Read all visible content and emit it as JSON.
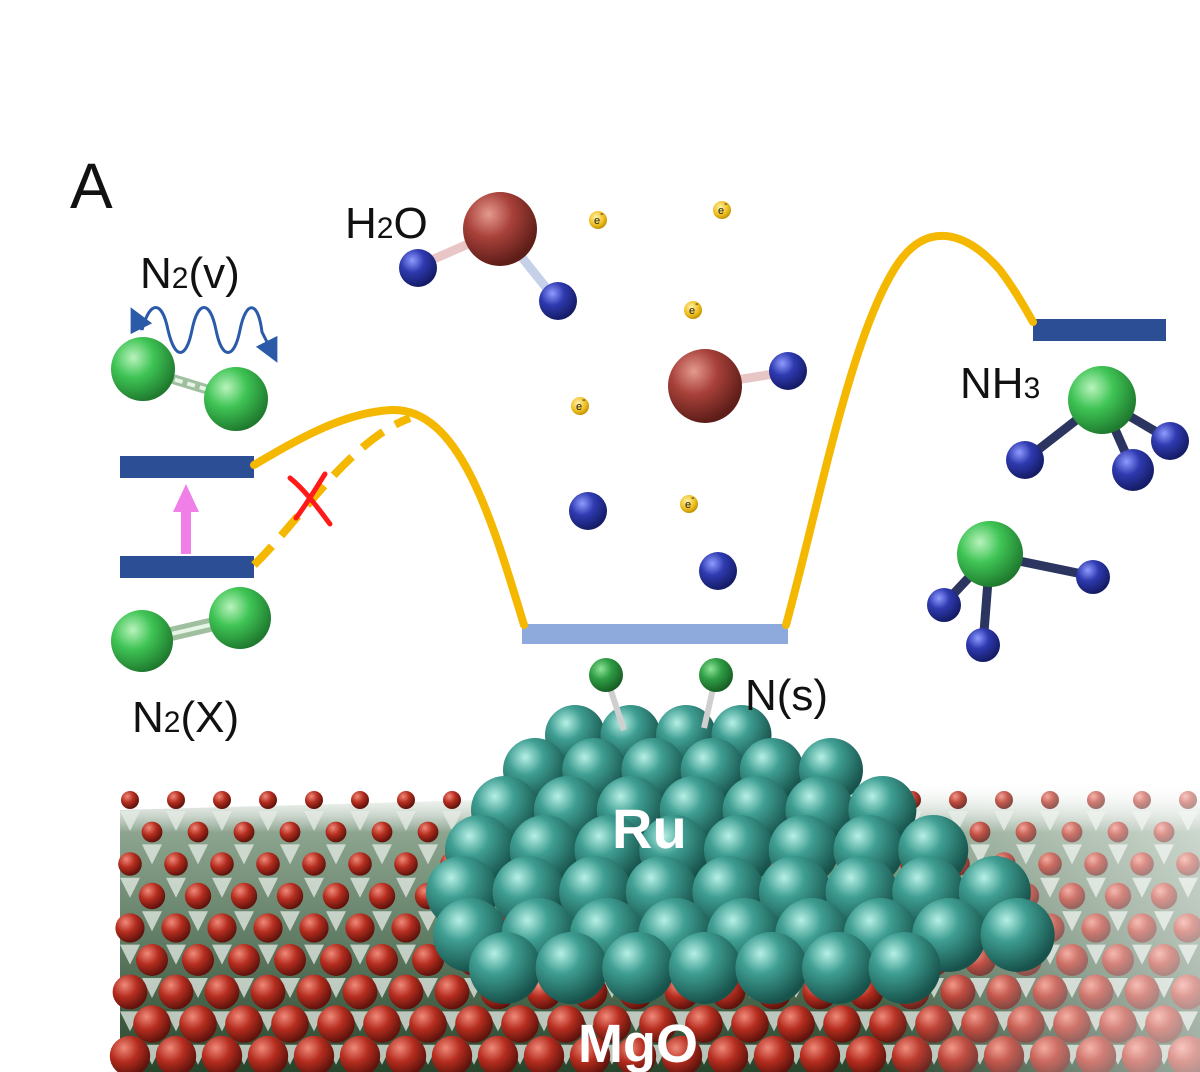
{
  "panel_label": "A",
  "labels": {
    "n2_v": {
      "main": "N",
      "sub": "2",
      "rest": "(v)"
    },
    "n2_x": {
      "main": "N",
      "sub": "2",
      "rest": "(X)"
    },
    "h2o": {
      "main": "H",
      "sub": "2",
      "rest": "O"
    },
    "nh3": {
      "main": "NH",
      "sub": "3",
      "rest": ""
    },
    "n_s": "N(s)",
    "ru": "Ru",
    "mgo": "MgO",
    "electron": "e"
  },
  "colors": {
    "energy_level": "#2b4e95",
    "adsorbed_level": "#8eaadc",
    "pathway": "#f5b800",
    "excitation_arrow": "#f07fe8",
    "blocked_cross": "#ff0000",
    "nitrogen_atom": "#3bbf4f",
    "hydrogen_atom": "#2d3aa0",
    "oxygen_atom": "#a8413a",
    "ruthenium_atom": "#2f8f84",
    "electron": "#f0c020",
    "vibration_wave": "#2a5aa8"
  },
  "icons": [
    "vibration-wave-icon",
    "excitation-arrow-icon",
    "blocked-path-cross-icon",
    "electron-icon"
  ]
}
